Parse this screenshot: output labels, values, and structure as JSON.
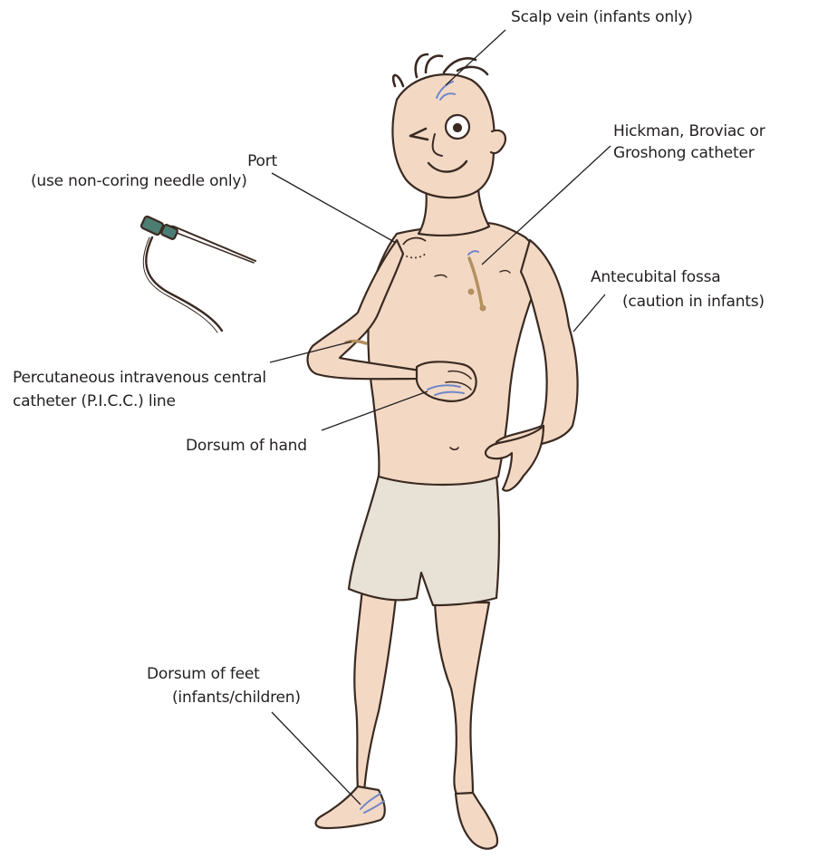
{
  "labels": {
    "scalp_vein": "Scalp vein (infants only)",
    "hickman": "Hickman, Broviac or",
    "hickman_2": "Groshong catheter",
    "port": "Port",
    "port_2": "(use non-coring needle only)",
    "antecubital": "Antecubital fossa",
    "antecubital_2": "(caution in infants)",
    "picc": "Percutaneous intravenous central",
    "picc_2": "catheter (P.I.C.C.) line",
    "dorsum_hand": "Dorsum of hand",
    "dorsum_feet": "Dorsum of feet",
    "dorsum_feet_2": "(infants/children)"
  },
  "colors": {
    "skin": "#f3d9c4",
    "outline": "#3a2a22",
    "shorts": "#e8e1d6",
    "vein": "#6f87c9",
    "catheter": "#b3905f",
    "port_hub": "#4c7d73",
    "leader": "#231f20"
  },
  "icons": {
    "figure": "cartoon-person",
    "needle": "non-coring-needle"
  }
}
